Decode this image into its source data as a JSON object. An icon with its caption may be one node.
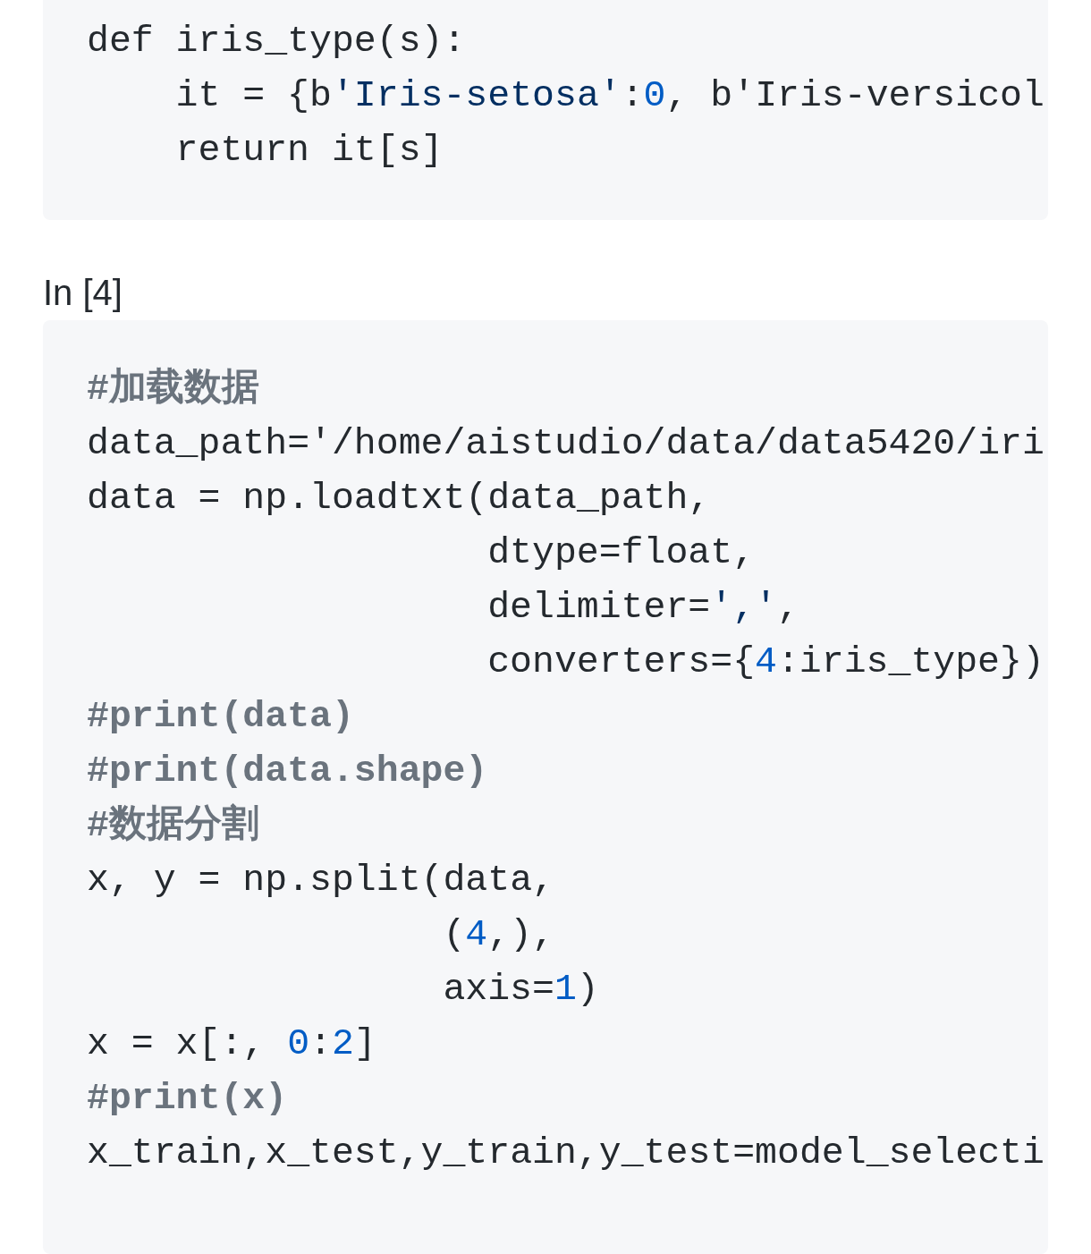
{
  "diagram": {
    "nodes": [
      {
        "text": [
          "def iris_type(s):",
          "it = {b'Iris-setosa':0, b'Iris-versicol",
          "return it[s]"
        ]
      },
      {
        "text": [
          "#加载数据",
          "data_path='/home/aistudio/data/data5420/iri",
          "data = np.loadtxt(data_path,",
          "dtype=float,",
          "delimiter=',',",
          "converters={4:iris_type})",
          "#print(data)",
          "#print(data.shape)",
          "#数据分割",
          "x, y = np.split(data,",
          "(4,),",
          "axis=1)",
          "x = x[:, 0:2]",
          "#print(x)",
          "x_train,x_test,y_train,y_test=model_selecti"
        ]
      }
    ],
    "labels": [
      "In [4]"
    ]
  }
}
